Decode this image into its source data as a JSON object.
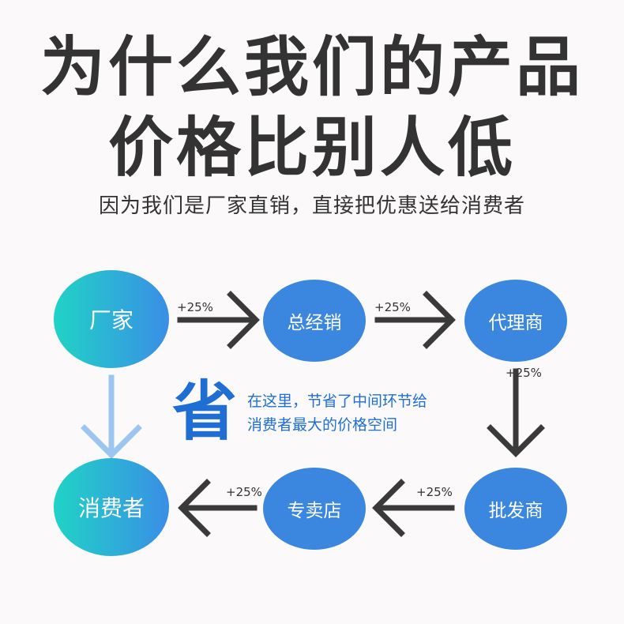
{
  "title": {
    "line1": "为什么我们的产品",
    "line2": "价格比别人低"
  },
  "subtitle": "因为我们是厂家直销，直接把优惠送给消费者",
  "nodes": {
    "factory": "厂家",
    "general_distributor": "总经销",
    "agent": "代理商",
    "wholesaler": "批发商",
    "retail_store": "专卖店",
    "consumer": "消费者"
  },
  "markups": {
    "factory_to_general": "+25%",
    "general_to_agent": "+25%",
    "agent_to_wholesaler": "+25%",
    "wholesaler_to_store": "+25%",
    "store_to_consumer": "+25%"
  },
  "savings": {
    "char": "省",
    "line1": "在这里，节省了中间环节给",
    "line2": "消费者最大的价格空间"
  },
  "colors": {
    "title_text": "#333333",
    "accent_blue": "#1f6ed4",
    "node_blue": "#3b87e0",
    "gradient_start": "#20d3c6",
    "gradient_end": "#3a8ee6",
    "arrow_dark": "#3a3a3a",
    "arrow_light": "#9cc6f2"
  }
}
